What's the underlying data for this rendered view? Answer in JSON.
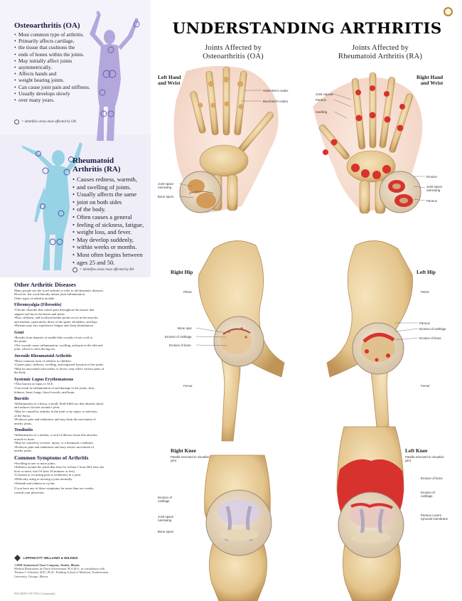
{
  "title": "UNDERSTANDING ARTHRITIS",
  "sidebar": {
    "oa": {
      "heading": "Osteoarthritis (OA)",
      "bullets": [
        "Most common type of arthritis.",
        "Primarily affects cartilage,",
        "the tissue that cushions the",
        "ends of bones within the joints.",
        "May initially affect joints",
        "asymmetrically.",
        "Affects hands and",
        "weight bearing joints.",
        "Can cause joint pain and stiffness.",
        "Usually develops slowly",
        "over many years."
      ],
      "legend": "= identifies areas most affected by OA",
      "figure_color": "#a89ad6"
    },
    "ra": {
      "heading_line1": "Rheumatoid",
      "heading_line2": "Arthritis (RA)",
      "bullets": [
        "Causes redness, warmth,",
        "and swelling of joints.",
        "Usually affects the same",
        "joint on both sides",
        "of the body.",
        "Often causes a general",
        "feeling of sickness, fatigue,",
        "weight loss, and fever.",
        "May develop suddenly,",
        "within weeks or months.",
        "Most often begins between",
        "ages 25 and 50."
      ],
      "legend": "= identifies areas most affected by RA",
      "figure_color": "#8ecfe4"
    },
    "other": {
      "heading": "Other Arthritic Diseases",
      "intro": [
        "Many people use the word arthritis to refer to all rheumatic diseases.",
        "However, the word literally means joint inflammation.",
        "Other types of arthritis include"
      ],
      "diseases": [
        {
          "name": "Fibromyalgia (Fibrositis)",
          "lines": [
            "•Chronic disorder that causes pain throughout the tissues that",
            "support and move the bones and joints.",
            "•Pain, stiffness, and localized tender points occur in the muscles",
            "and tendons, particularly those of the spine, shoulders, and hips.",
            "•Patients may also experience fatigue and sleep disturbances."
          ]
        },
        {
          "name": "Gout",
          "lines": [
            "•Results from deposits of needle-like crystals of uric acid in",
            "the joints.",
            "•The crystals cause inflammation, swelling, and pain in the affected",
            "joint, which is often the big toe."
          ]
        },
        {
          "name": "Juvenile Rheumatoid Arthritis",
          "lines": [
            "•Most common form of arthritis in children.",
            "•Causes pain, stiffness, swelling, and impaired function of the joints.",
            "•May be associated with rashes or fevers; may affect various parts of",
            "the body."
          ]
        },
        {
          "name": "Systemic Lupus Erythematosus",
          "lines": [
            "•Also known as lupus or SLE.",
            "•Can result in inflammation of and damage to the joints, skin,",
            "kidneys, heart, lungs, blood vessels, and brain."
          ]
        },
        {
          "name": "Bursitis",
          "lines": [
            "•Inflammation of a bursa, a small, fluid-filled sac that absorbs shock",
            "and reduces friction around a joint.",
            "•May be caused by arthritis in the joint or by injury or infection",
            "of the bursa.",
            "•Produces pain and tenderness and may limit the movement of",
            "nearby joints."
          ]
        },
        {
          "name": "Tendinitis",
          "lines": [
            "•Inflammation of a tendon, a cord of fibrous tissue that attaches",
            "muscle to bone.",
            "•May be caused by overuse, injury, or a rheumatic condition.",
            "•Produces pain and tenderness and may restrict movement of",
            "nearby joints."
          ]
        }
      ],
      "symptoms_heading": "Common Symptoms of Arthritis",
      "symptoms": [
        "•Swelling in one or more joints.",
        "•Stiffness around the joints that lasts for at least 1 hour (RA lasts one",
        "hour or more, but OA lasts 30 minutes or less).",
        "•Constant or recurring pain or tenderness in a joint.",
        "•Difficulty using or moving a joint normally.",
        "•Warmth and redness in a joint."
      ],
      "footer_note": [
        "If you have any of these symptoms for more than two weeks,",
        "consult your physician."
      ]
    },
    "logo_text": "LIPPINCOTT WILLIAMS & WILKINS",
    "copyright": [
      "©2004 Anatomical Chart Company, Skokie, Illinois.",
      "Medical Illustrations by Dawn Scheuerman, M.A.M.S., in consultation with",
      "Thomas J. Schnitzer, M.D., Ph.D., Feinberg School of Medicine, Northwestern",
      "University, Chicago, Illinois."
    ],
    "catalog": "9941 ISBN 0-7817-9921-2 (Laminated)"
  },
  "columns": {
    "left_title_line1": "Joints Affected by",
    "left_title_line2": "Osteoarthritis (OA)",
    "right_title_line1": "Joints Affected by",
    "right_title_line2": "Rheumatoid Arthritis (RA)"
  },
  "regions": {
    "left_hand_line1": "Left Hand",
    "left_hand_line2": "and Wrist",
    "right_hand_line1": "Right Hand",
    "right_hand_line2": "and Wrist",
    "right_hip": "Right Hip",
    "left_hip": "Left Hip",
    "right_knee": "Right Knee",
    "left_knee": "Left Knee"
  },
  "callouts": {
    "hand_oa": [
      "Heberden's nodes",
      "Bouchard's nodes",
      "Joint space narrowing",
      "Bone spurs"
    ],
    "hand_ra": [
      "Joint capsule",
      "Pannus",
      "Swelling",
      "Erosion",
      "Joint space narrowing",
      "Pannus"
    ],
    "hip_oa": [
      "Pelvis",
      "Bone spur",
      "Erosion of cartilage",
      "Erosion of bone",
      "Femur"
    ],
    "hip_ra": [
      "Pelvis",
      "Pannus",
      "Erosion of cartilage",
      "Erosion of bone",
      "Femur"
    ],
    "knee_oa": [
      "Patella removed to visualize joint",
      "Erosion of cartilage",
      "Joint space narrowing",
      "Bone spurs"
    ],
    "knee_ra": [
      "Patella removed to visualize joint",
      "Erosion of bone",
      "Erosion of cartilage",
      "Pannus covers synovial membrane"
    ]
  },
  "colors": {
    "bone": "#e9cf9c",
    "bone_shade": "#c9a368",
    "inflammation": "#d8322e",
    "skin": "#f4d6c4"
  }
}
